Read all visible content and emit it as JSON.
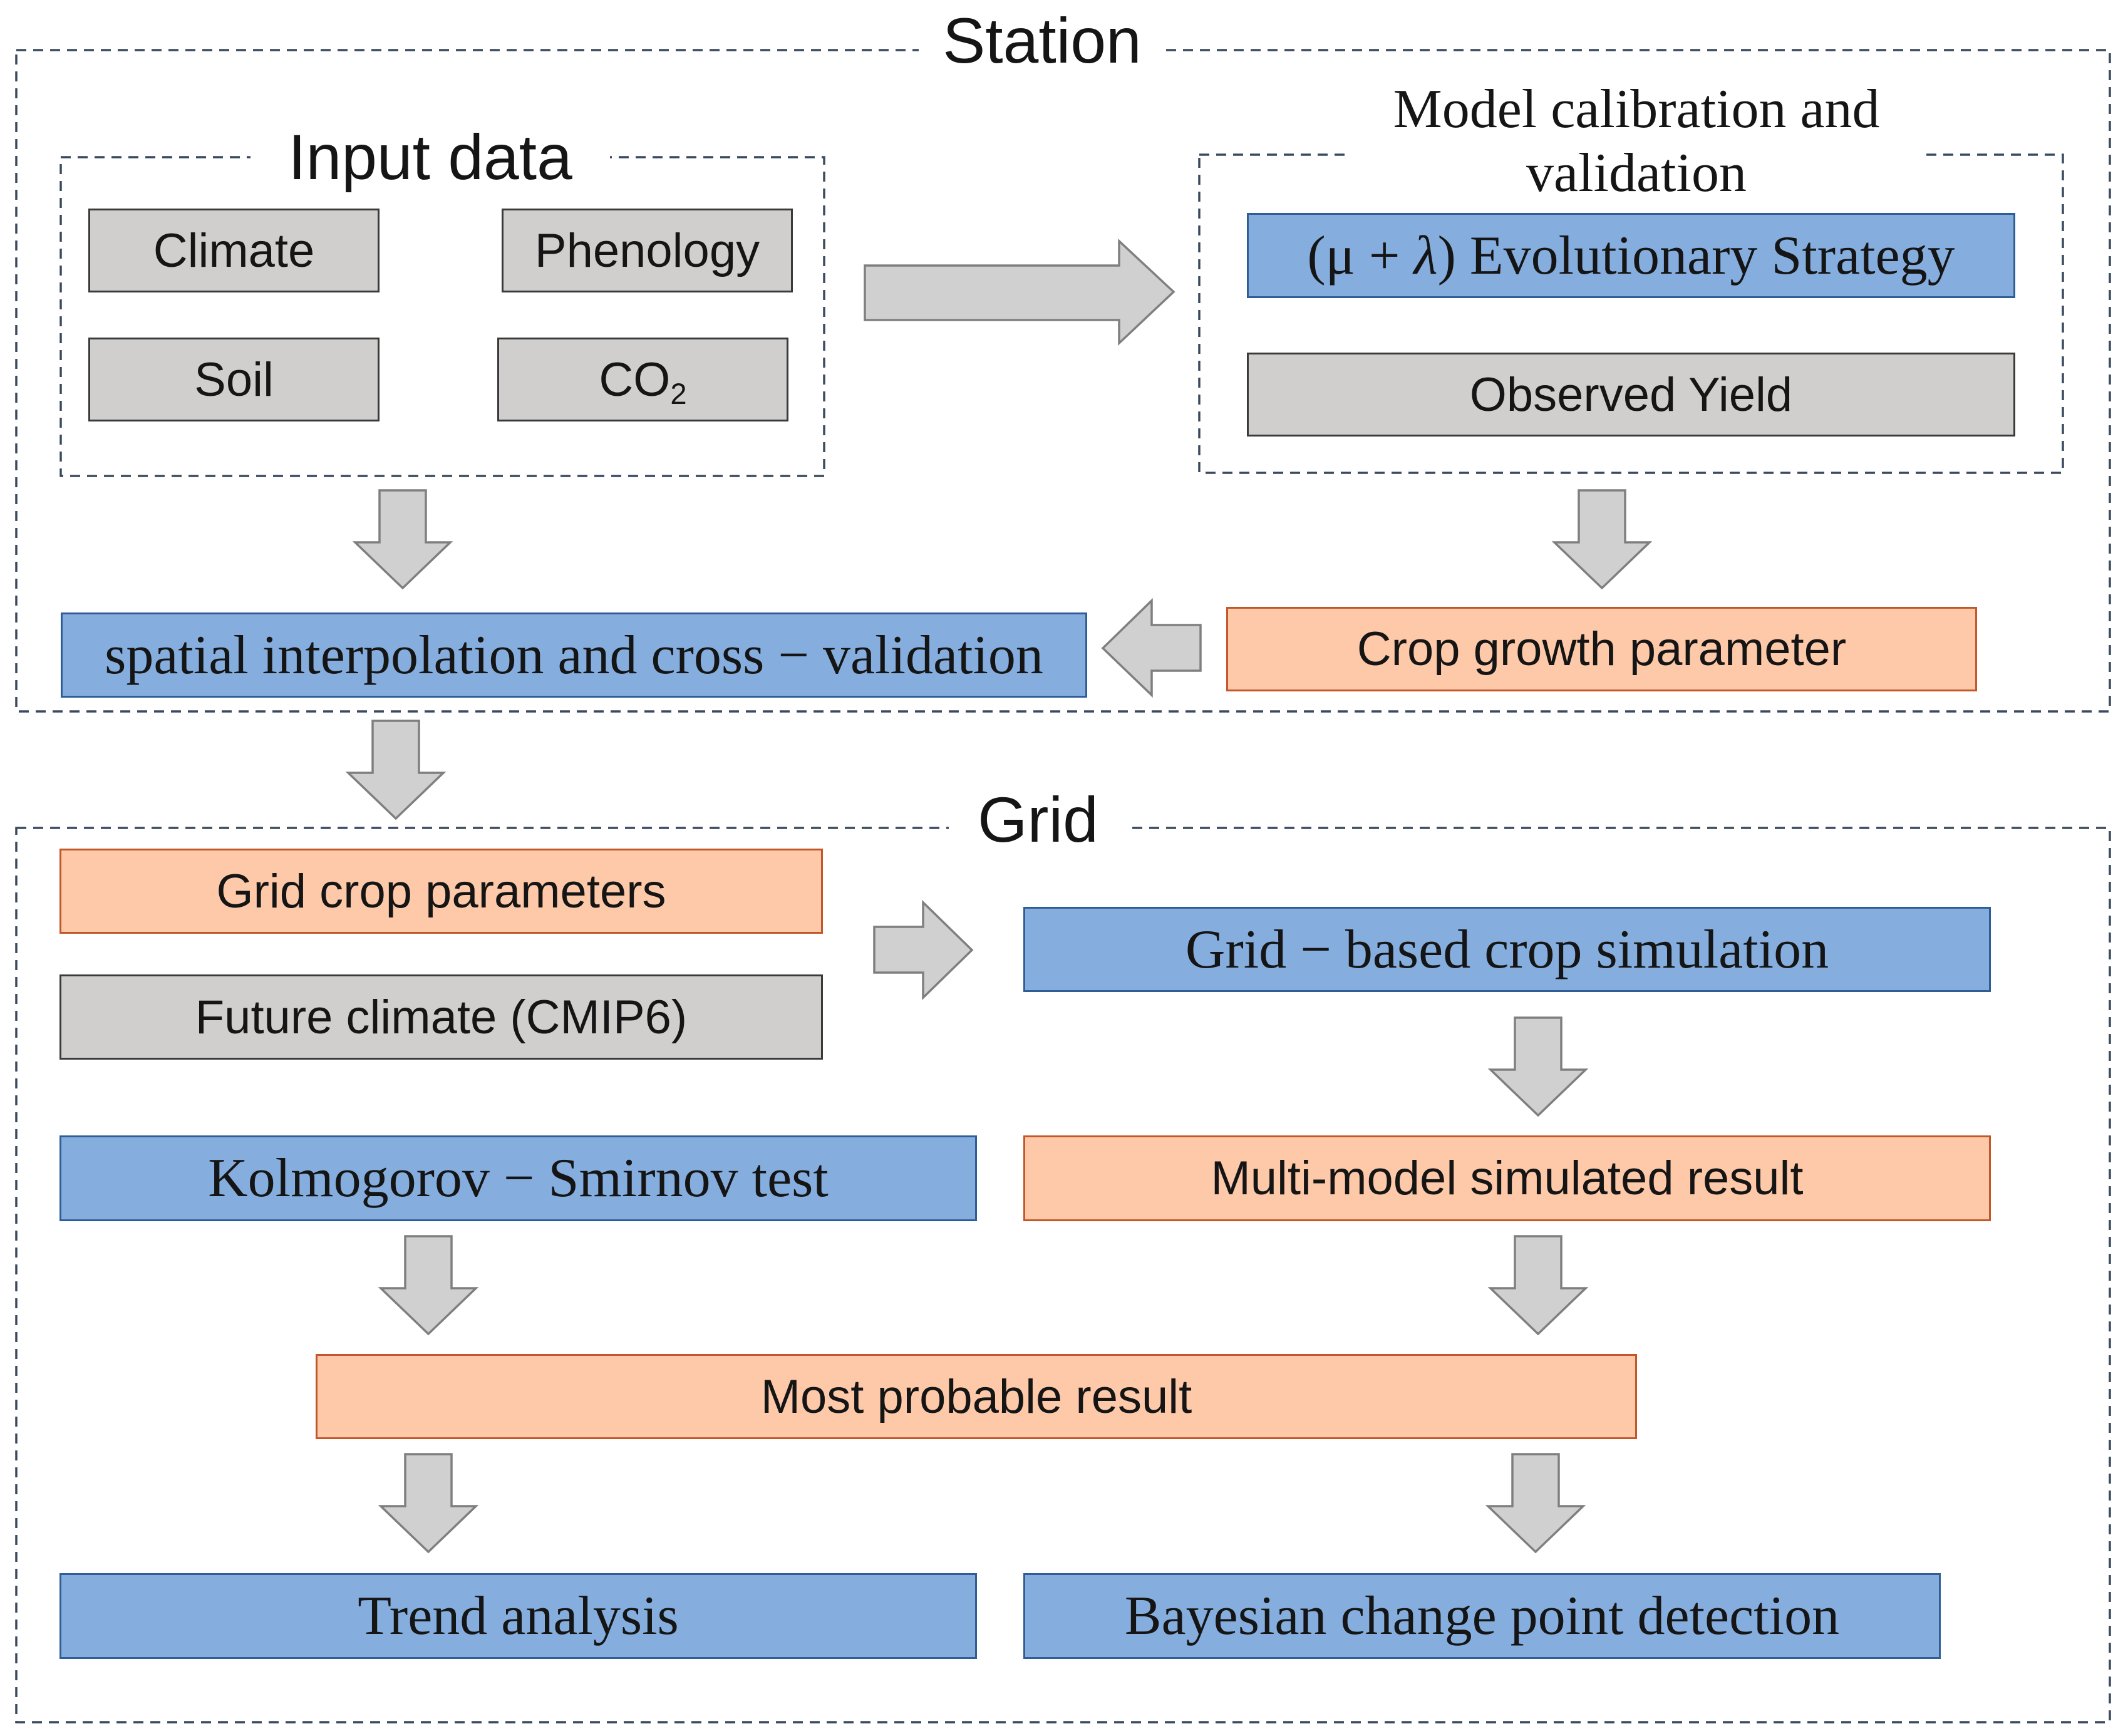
{
  "station": {
    "title": "Station",
    "input_data": {
      "title": "Input data",
      "climate": "Climate",
      "phenology": "Phenology",
      "soil": "Soil",
      "co2": {
        "base": "CO",
        "subscript": "2"
      }
    },
    "model_calibration": {
      "title_line1": "Model calibration and",
      "title_line2": "validation",
      "evolutionary_strategy": {
        "prefix": "(μ + ",
        "lambda": "λ",
        "suffix": ") Evolutionary Strategy"
      },
      "observed_yield": "Observed Yield"
    },
    "spatial_interpolation": "spatial interpolation and cross − validation",
    "crop_growth_parameter": "Crop growth parameter"
  },
  "grid": {
    "title": "Grid",
    "grid_crop_parameters": "Grid crop parameters",
    "future_climate": "Future climate (CMIP6)",
    "grid_simulation": "Grid − based crop simulation",
    "ks_test": "Kolmogorov − Smirnov test",
    "multi_model_result": "Multi-model simulated result",
    "most_probable_result": "Most probable result",
    "trend_analysis": "Trend analysis",
    "bayesian_detection": "Bayesian change point detection"
  },
  "palette": {
    "blue_fill": "#85aedf",
    "blue_border": "#2f5e96",
    "orange_fill": "#fdc9a9",
    "orange_border": "#c2582a",
    "gray_fill": "#d0cfce",
    "gray_border": "#3a3a3a",
    "arrow_fill": "#d1d0d0",
    "arrow_stroke": "#7f7f7f",
    "frame": "#3a4a5e"
  }
}
